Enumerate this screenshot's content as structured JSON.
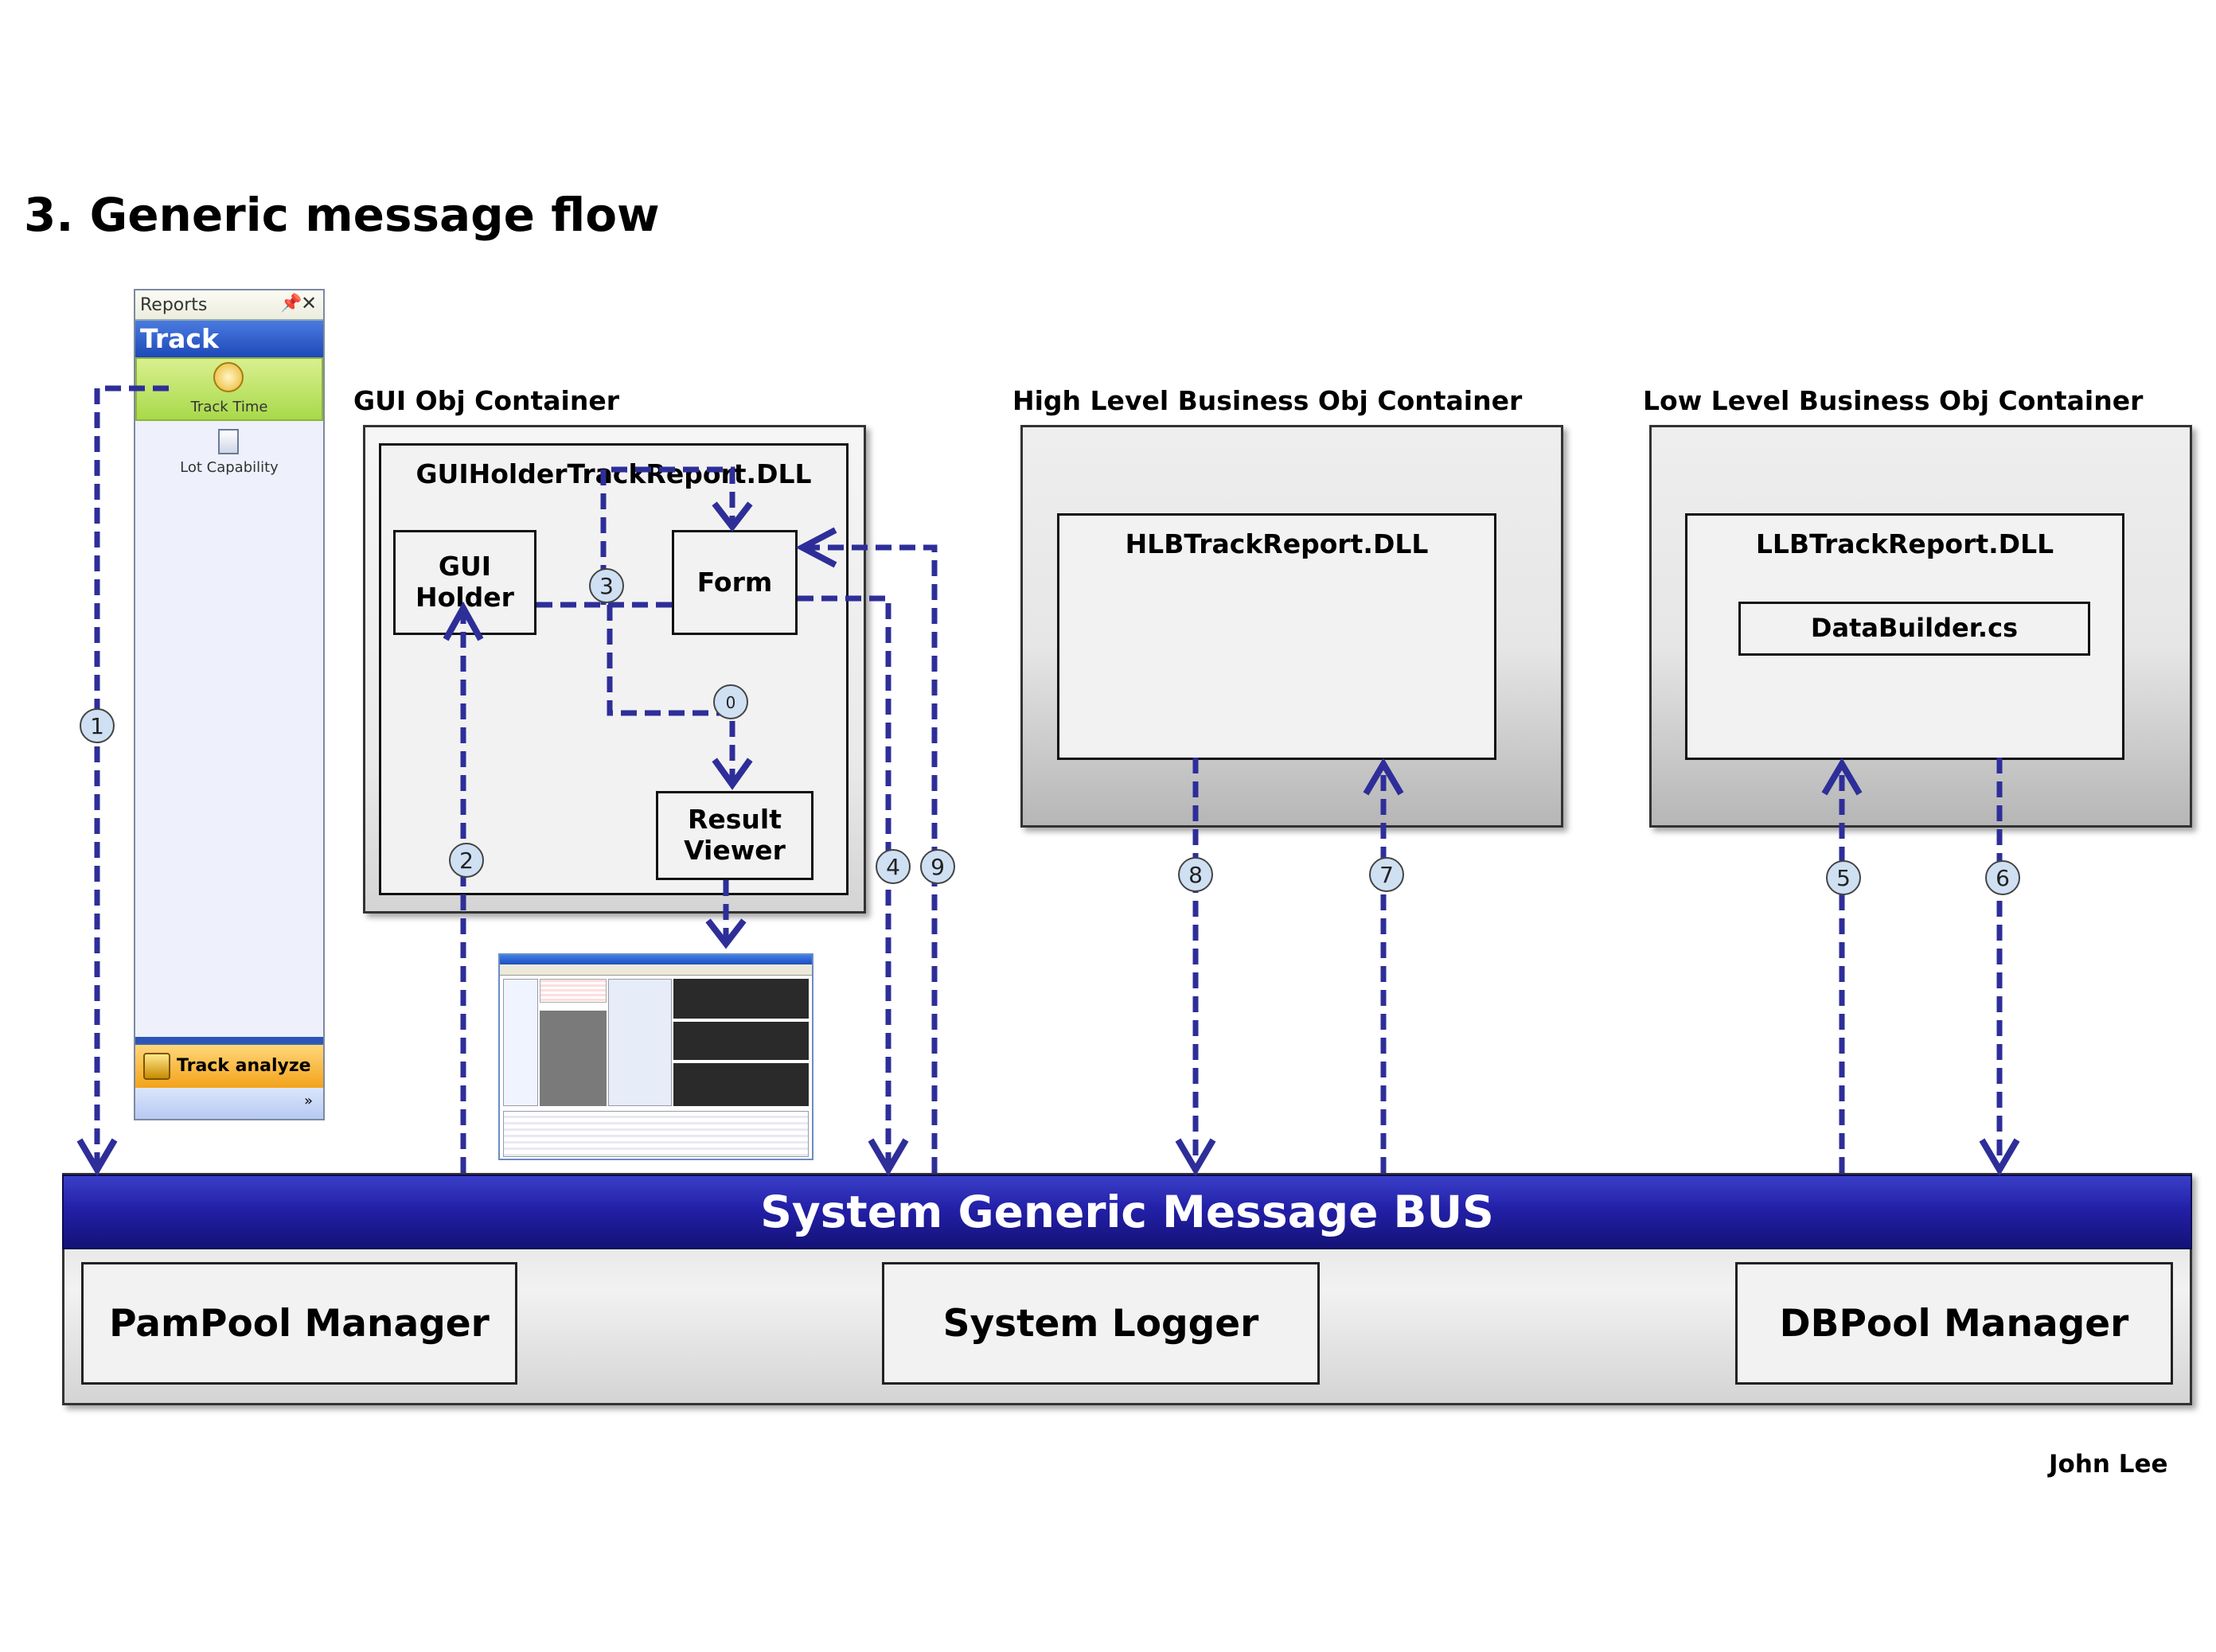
{
  "title": "3. Generic message flow",
  "reports_panel": {
    "header": "Reports",
    "pin_icon": "pin-icon",
    "close_icon": "close-icon",
    "band_title": "Track analyze",
    "items": [
      {
        "label": "Track Time",
        "icon": "clock-icon",
        "selected": true
      },
      {
        "label": "Lot Capability",
        "icon": "document-icon",
        "selected": false
      }
    ],
    "footer_label": "Track analyze",
    "footer_icon": "folder-icon"
  },
  "gui_container": {
    "label": "GUI Obj Container",
    "dll": "GUIHolderTrackReport.DLL",
    "gui_holder": "GUI\nHolder",
    "form": "Form",
    "result_viewer": "Result\nViewer"
  },
  "high_level_container": {
    "label": "High Level Business Obj Container",
    "dll": "HLBTrackReport.DLL"
  },
  "low_level_container": {
    "label": "Low Level Business Obj Container",
    "dll": "LLBTrackReport.DLL",
    "class": "DataBuilder.cs"
  },
  "flow_steps": [
    "1",
    "2",
    "3",
    "0",
    "4",
    "9",
    "8",
    "7",
    "5",
    "6"
  ],
  "bus": {
    "label": "System Generic Message BUS",
    "managers": [
      "PamPool Manager",
      "System Logger",
      "DBPool Manager"
    ]
  },
  "author": "John Lee",
  "colors": {
    "arrow": "#2e2e99",
    "bus_top": "#3a3fc8",
    "bus_bottom": "#141277",
    "step_circle_fill": "#cfe0f3"
  }
}
